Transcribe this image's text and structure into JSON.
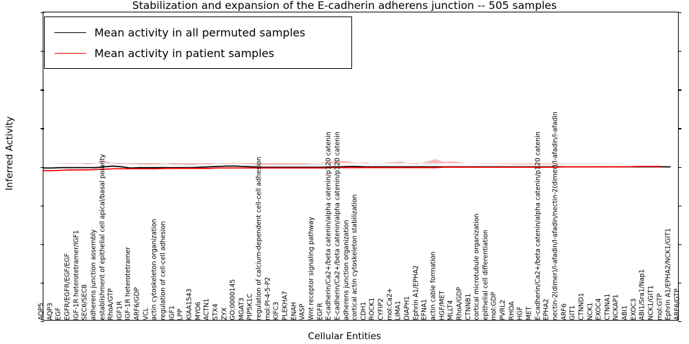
{
  "chart_data": {
    "type": "line",
    "title": "Stabilization and expansion of the E-cadherin adherens junction -- 505 samples",
    "xlabel": "Cellular Entities",
    "ylabel": "Inferred Activity",
    "ylim": [
      -4,
      4
    ],
    "yticks": [
      4,
      3,
      2,
      1,
      0,
      -1,
      -2,
      -3,
      -4
    ],
    "grid": false,
    "legend_position": "upper-left",
    "legend": [
      {
        "label": "Mean activity in all permuted samples",
        "color": "#000000"
      },
      {
        "label": "Mean activity in patient samples",
        "color": "#ff0000"
      }
    ],
    "colors": {
      "permuted_line": "#000000",
      "permuted_band": "#b0b0b0",
      "patient_line": "#ff0000",
      "patient_band": "#f4a0a0",
      "axis": "#000000",
      "background": "#ffffff"
    },
    "categories": [
      "AQP5",
      "AQP3",
      "EGF",
      "EGFR/EGFR/EGF/EGF",
      "IGF-1R heterotetramer/IGF1",
      "SEC6/SEC8",
      "adherens junction assembly",
      "establishment of epithelial cell apical/basal polarity",
      "RhoA/GTP",
      "IGF1R",
      "IGF-1R heterotetramer",
      "ARF6/GDP",
      "VCL",
      "actin cytoskeleton organization",
      "regulation of cell-cell adhesion",
      "IGF1",
      "LPP",
      "KIAA1543",
      "MYO6",
      "ACTN1",
      "STX4",
      "ZYX",
      "GO:0000145",
      "MGAT3",
      "PIP5K1C",
      "regulation of calcium-dependent cell-cell adhesion",
      "mol:PI-4-5-P2",
      "KIFC3",
      "PLEKHA7",
      "ENAH",
      "VASP",
      "Wnt receptor signaling pathway",
      "EGFR",
      "E-cadherin/Ca2+/beta catenin/alpha catenin/p120 catenin",
      "E-cadherin/Ca2+/beta catenin/alpha catenin/p120 catenin",
      "adherens junction organization",
      "cortical actin cytoskeleton stabilization",
      "CDH1",
      "ROCK1",
      "CYFIP2",
      "mol:Ca2+",
      "LIMA1",
      "DIAPH1",
      "Ephrin A1/EPHA2",
      "EFNA1",
      "actin cable formation",
      "HGF/MET",
      "MLLT4",
      "RhoA/GDP",
      "CTNNB1",
      "cortical microtubule organization",
      "epithelial cell differentiation",
      "mol:GDP",
      "PVRL2",
      "RHOA",
      "HGF",
      "MET",
      "E-cadherin/Ca2+/beta catenin/alpha catenin/p120 catenin",
      "EPHA2",
      "nectin-2(dimer)/l-afadin/l-afadin/nectin-2(dimer)/l-afadin/l-afadin",
      "ARF6",
      "GIT1",
      "CTNND1",
      "NCK1",
      "EXOC4",
      "CTNNA1",
      "NCKAP1",
      "ABI1",
      "EXOC3",
      "ABI1/Sra1/Nap1",
      "NCK1/GIT1",
      "mol:GTP",
      "Ephrin A1/EPHA2/NCK1/GIT1",
      "ARF6/GTP"
    ],
    "series": [
      {
        "name": "Mean activity in all permuted samples",
        "color": "#000000",
        "values": [
          -0.03,
          -0.03,
          -0.02,
          -0.02,
          -0.02,
          -0.02,
          -0.02,
          0.0,
          0.02,
          0.0,
          -0.03,
          -0.02,
          -0.02,
          -0.02,
          -0.02,
          -0.02,
          -0.02,
          -0.02,
          -0.01,
          0.0,
          0.01,
          0.02,
          0.02,
          0.01,
          0.0,
          -0.01,
          -0.01,
          -0.01,
          -0.01,
          -0.01,
          -0.01,
          -0.01,
          -0.01,
          0.0,
          0.0,
          0.01,
          0.01,
          0.0,
          0.0,
          0.0,
          0.0,
          0.0,
          0.0,
          0.0,
          0.0,
          0.0,
          0.0,
          0.0,
          0.0,
          0.0,
          0.0,
          0.0,
          0.0,
          0.0,
          0.0,
          0.0,
          0.0,
          0.0,
          0.0,
          0.0,
          0.0,
          0.0,
          0.0,
          0.0,
          0.0,
          0.0,
          0.0,
          0.0,
          0.0,
          0.0,
          0.0,
          0.0,
          0.0
        ],
        "band_halfwidth": [
          0.12,
          0.12,
          0.11,
          0.1,
          0.1,
          0.1,
          0.1,
          0.09,
          0.09,
          0.09,
          0.09,
          0.08,
          0.08,
          0.08,
          0.08,
          0.07,
          0.07,
          0.07,
          0.07,
          0.07,
          0.07,
          0.07,
          0.07,
          0.07,
          0.06,
          0.06,
          0.06,
          0.06,
          0.06,
          0.06,
          0.06,
          0.06,
          0.06,
          0.06,
          0.06,
          0.06,
          0.06,
          0.06,
          0.06,
          0.06,
          0.06,
          0.06,
          0.06,
          0.06,
          0.08,
          0.08,
          0.06,
          0.06,
          0.06,
          0.06,
          0.06,
          0.06,
          0.06,
          0.06,
          0.05,
          0.05,
          0.05,
          0.05,
          0.05,
          0.05,
          0.05,
          0.05,
          0.05,
          0.05,
          0.05,
          0.05,
          0.05,
          0.05,
          0.05,
          0.05,
          0.05,
          0.05
        ]
      },
      {
        "name": "Mean activity in patient samples",
        "color": "#ff0000",
        "values": [
          -0.1,
          -0.1,
          -0.09,
          -0.08,
          -0.08,
          -0.08,
          -0.07,
          -0.06,
          -0.05,
          -0.05,
          -0.05,
          -0.05,
          -0.05,
          -0.05,
          -0.04,
          -0.04,
          -0.04,
          -0.04,
          -0.04,
          -0.04,
          -0.03,
          -0.03,
          -0.03,
          -0.03,
          -0.03,
          -0.03,
          -0.03,
          -0.03,
          -0.03,
          -0.03,
          -0.03,
          -0.03,
          -0.03,
          -0.02,
          -0.02,
          -0.02,
          -0.02,
          -0.02,
          -0.02,
          -0.02,
          -0.02,
          -0.02,
          -0.02,
          -0.02,
          -0.02,
          -0.02,
          -0.01,
          -0.01,
          -0.01,
          -0.01,
          -0.01,
          -0.01,
          -0.01,
          -0.01,
          -0.01,
          -0.01,
          -0.01,
          -0.01,
          -0.01,
          -0.01,
          0.0,
          0.0,
          0.0,
          0.0,
          0.0,
          0.0,
          0.0,
          0.0,
          0.01,
          0.01,
          0.01,
          0.01
        ],
        "band_halfwidth": [
          0.2,
          0.2,
          0.18,
          0.16,
          0.18,
          0.14,
          0.16,
          0.22,
          0.14,
          0.12,
          0.14,
          0.12,
          0.1,
          0.12,
          0.14,
          0.1,
          0.12,
          0.1,
          0.12,
          0.1,
          0.12,
          0.1,
          0.12,
          0.1,
          0.09,
          0.09,
          0.09,
          0.09,
          0.09,
          0.09,
          0.1,
          0.12,
          0.14,
          0.16,
          0.18,
          0.16,
          0.12,
          0.14,
          0.1,
          0.12,
          0.14,
          0.16,
          0.1,
          0.09,
          0.16,
          0.22,
          0.14,
          0.16,
          0.12,
          0.1,
          0.09,
          0.09,
          0.09,
          0.08,
          0.08,
          0.08,
          0.08,
          0.08,
          0.08,
          0.08,
          0.08,
          0.08,
          0.08,
          0.08,
          0.08,
          0.09,
          0.1,
          0.09,
          0.08,
          0.08,
          0.08,
          0.08
        ]
      }
    ]
  }
}
